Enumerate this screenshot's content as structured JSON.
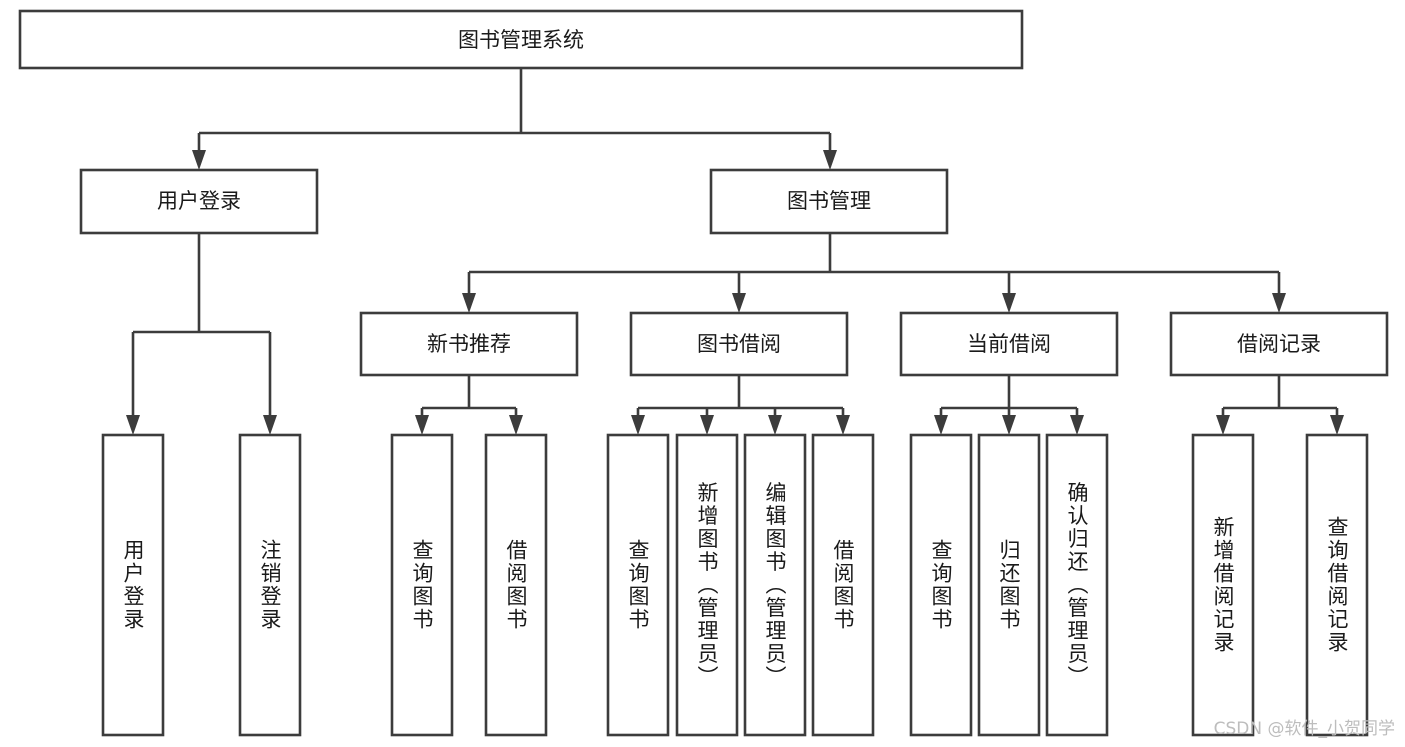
{
  "diagram": {
    "title": "图书管理系统",
    "type": "tree-hierarchy-chart",
    "root": {
      "id": "root",
      "label": "图书管理系统",
      "orientation": "horizontal"
    },
    "level2": [
      {
        "id": "user-login",
        "label": "用户登录",
        "orientation": "horizontal"
      },
      {
        "id": "book-management",
        "label": "图书管理",
        "orientation": "horizontal"
      }
    ],
    "level3": [
      {
        "id": "new-book-recommend",
        "label": "新书推荐",
        "orientation": "horizontal"
      },
      {
        "id": "book-borrow",
        "label": "图书借阅",
        "orientation": "horizontal"
      },
      {
        "id": "current-borrow",
        "label": "当前借阅",
        "orientation": "horizontal"
      },
      {
        "id": "borrow-record",
        "label": "借阅记录",
        "orientation": "horizontal"
      }
    ],
    "leaves": {
      "user_login": [
        {
          "id": "leaf-user-login",
          "label": "用户登录",
          "orientation": "vertical"
        },
        {
          "id": "leaf-logout-login",
          "label": "注销登录",
          "orientation": "vertical"
        }
      ],
      "new_book_recommend": [
        {
          "id": "leaf-query-book-1",
          "label": "查询图书",
          "orientation": "vertical"
        },
        {
          "id": "leaf-borrow-book-1",
          "label": "借阅图书",
          "orientation": "vertical"
        }
      ],
      "book_borrow": [
        {
          "id": "leaf-query-book-2",
          "label": "查询图书",
          "orientation": "vertical"
        },
        {
          "id": "leaf-add-book-admin",
          "label": "新增图书（管理员）",
          "orientation": "vertical"
        },
        {
          "id": "leaf-edit-book-admin",
          "label": "编辑图书（管理员）",
          "orientation": "vertical"
        },
        {
          "id": "leaf-borrow-book-2",
          "label": "借阅图书",
          "orientation": "vertical"
        }
      ],
      "current_borrow": [
        {
          "id": "leaf-query-book-3",
          "label": "查询图书",
          "orientation": "vertical"
        },
        {
          "id": "leaf-return-book",
          "label": "归还图书",
          "orientation": "vertical"
        },
        {
          "id": "leaf-confirm-return-admin",
          "label": "确认归还（管理员）",
          "orientation": "vertical"
        }
      ],
      "borrow_record": [
        {
          "id": "leaf-add-borrow-record",
          "label": "新增借阅记录",
          "orientation": "vertical"
        },
        {
          "id": "leaf-query-borrow-record",
          "label": "查询借阅记录",
          "orientation": "vertical"
        }
      ]
    },
    "colors": {
      "node_fill": "#ffffff",
      "node_stroke": "#3c3c3c",
      "connector": "#3c3c3c",
      "text": "#1a1a1a",
      "background": "#ffffff",
      "watermark": "#bdbdbd"
    }
  },
  "watermark": {
    "text": "CSDN @软件_小贺同学"
  }
}
